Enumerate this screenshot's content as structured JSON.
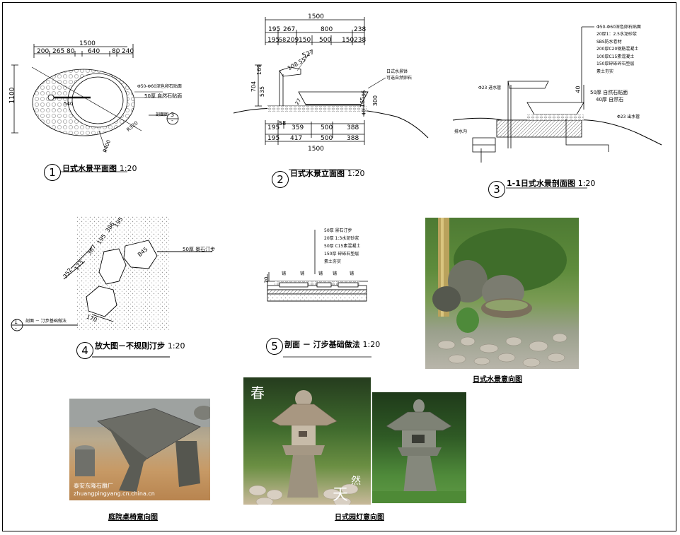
{
  "drawings": {
    "plan": {
      "dims_top": {
        "total": "1500",
        "parts": [
          "200",
          "265",
          "80",
          "640",
          "80",
          "240"
        ]
      },
      "dim_left": "1100",
      "callouts": [
        "Φ50-Φ60深色卵石贴面",
        "50厚 自然石贴面"
      ],
      "radii": [
        "R320",
        "R400"
      ],
      "inner_dim": "540",
      "section_mark": {
        "label": "剖面图",
        "number": "3",
        "sheet": "-"
      },
      "title": {
        "number": "1",
        "text": "日式水景平面图",
        "scale": "1:20"
      }
    },
    "elevation": {
      "dims_top": {
        "total": "1500",
        "row1": [
          "195",
          "267",
          "800",
          "238"
        ],
        "row2": [
          "195",
          "58",
          "209",
          "150",
          "500",
          "150",
          "238"
        ]
      },
      "angled": [
        "527",
        "108.55°"
      ],
      "left_dims": [
        "169",
        "704",
        "535"
      ],
      "right_dims": [
        "165",
        "300",
        "95",
        "40"
      ],
      "small_dim": "27",
      "callouts": [
        "日式水景钵",
        "可选自然卵石"
      ],
      "dims_bottom": {
        "total": "1500",
        "row1": [
          "195",
          "58",
          "359",
          "500",
          "388"
        ],
        "row2": [
          "195",
          "417",
          "500",
          "388"
        ]
      },
      "title": {
        "number": "2",
        "text": "日式水景立面图",
        "scale": "1:20"
      }
    },
    "section": {
      "layers": [
        "Φ50-Φ60深色卵石贴面",
        "20厚1：2.5水泥砂浆",
        "SBS防水卷材",
        "200厚C20钢筋混凝土",
        "100厚C15素混凝土",
        "150厚碎砾碎石垫层",
        "素土夯实"
      ],
      "callouts": [
        "Φ23 进水管",
        "50厚 自然石贴面",
        "40厚 自然石",
        "Φ23 出水管",
        "排水沟"
      ],
      "dim": "40",
      "title": {
        "number": "3",
        "text": "1-1日式水景剖面图",
        "scale": "1:20"
      }
    },
    "stepping": {
      "dims": [
        "352",
        "173",
        "367",
        "195",
        "386",
        "195",
        "B45",
        "170"
      ],
      "callout": "50厚 景石汀步",
      "section_mark": {
        "number": "1",
        "sheet": "-",
        "text": "剖面 － 汀步基础做法"
      },
      "title": {
        "number": "4",
        "text": "放大图－不规则汀步",
        "scale": "1:20"
      }
    },
    "foundation": {
      "layers": [
        "50厚 景石汀步",
        "20厚 1:3水泥砂浆",
        "50厚 C15素混凝土",
        "150厚 碎砾石垫层",
        "素土夯实"
      ],
      "top_labels": [
        "铺",
        "铺",
        "铺",
        "铺",
        "铺"
      ],
      "left_dim": "20",
      "title": {
        "number": "5",
        "text": "剖面 － 汀步基础做法",
        "scale": "1:20"
      }
    }
  },
  "photos": {
    "water_feature": {
      "caption": "日式水景意向图"
    },
    "garden_table": {
      "caption": "庭院桌椅意向图",
      "watermark": [
        "泰安东隆石雕厂",
        "zhuangpingyang.cn.china.cn"
      ]
    },
    "lanterns": {
      "caption": "日式园灯意向图",
      "watermark": [
        "春",
        "天",
        "然"
      ]
    }
  },
  "colors": {
    "line": "#000000",
    "hatch": "#bdbdbd",
    "gravel": "#d9d9d9",
    "foliage": "#3d6b2a",
    "stone": "#8c8a80"
  }
}
